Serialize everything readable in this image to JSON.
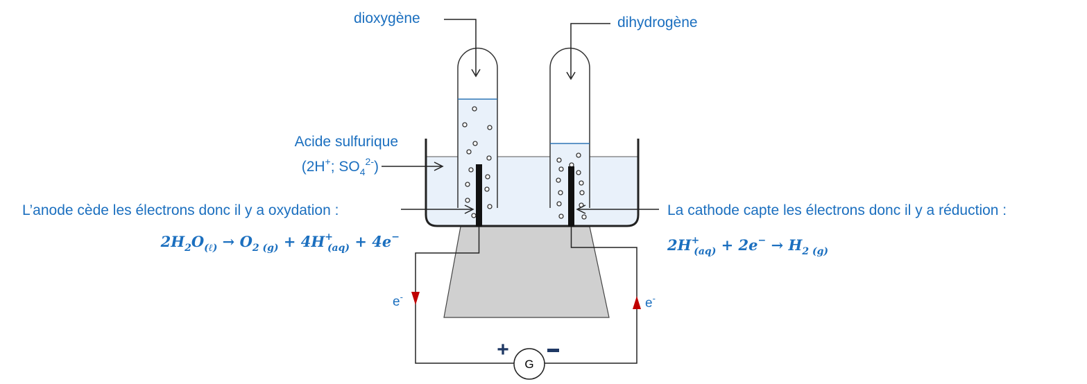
{
  "labels": {
    "oxygen": "dioxygène",
    "hydrogen": "dihydrogène",
    "acid_line1": "Acide sulfurique",
    "acid_line2_pre": "(2H",
    "acid_line2_sup1": "+",
    "acid_line2_mid": "; SO",
    "acid_line2_sub": "4",
    "acid_line2_sup2": "2-",
    "acid_line2_post": ")",
    "anode_text": "L’anode cède les électrons donc il y a oxydation :",
    "cathode_text": "La cathode capte les électrons donc il y a réduction :",
    "electron_left": "e",
    "electron_left_sup": "-",
    "electron_right": "e",
    "electron_right_sup": "-",
    "plus": "+",
    "minus": "−",
    "galvanometer": "G"
  },
  "equations": {
    "anode": {
      "coef1": "2",
      "h": "H",
      "h_sub": "2",
      "o": "O",
      "o_state": "(ℓ)",
      "arrow": " → ",
      "o2": "O",
      "o2_sub": "2 (g)",
      "plus1": " + 4",
      "hp": "H",
      "hp_sup": "+",
      "hp_sub": "(aq)",
      "plus2": " + 4",
      "e": "e",
      "e_sup": "−"
    },
    "cathode": {
      "coef1": "2",
      "hp": "H",
      "hp_sup": "+",
      "hp_sub": "(aq)",
      "plus": " + 2",
      "e": "e",
      "e_sup": "−",
      "arrow": " → ",
      "h2": "H",
      "h2_sub": "2 (g)"
    }
  },
  "colors": {
    "text_blue": "#1b6fbf",
    "electrolyte": "#e9f1fa",
    "support_gray": "#d0d0d0",
    "arrow_red": "#c00000",
    "sign_dark": "#1f3864",
    "liquid_line": "#2e75b6"
  }
}
